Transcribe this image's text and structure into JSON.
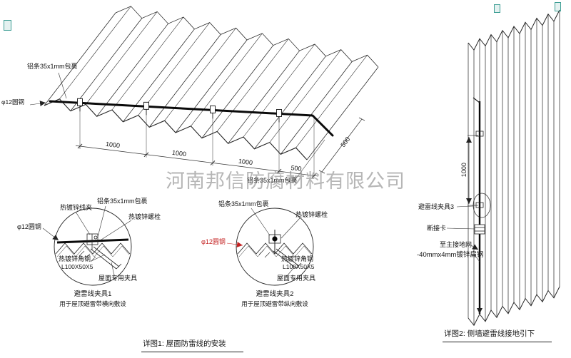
{
  "watermark": "河南邦信防腐材料有限公司",
  "roof": {
    "label_wrap_top": "铝条35x1mm包裹",
    "label_rod": "φ12圆钢",
    "label_wrap_right": "铝条35x1mm包裹",
    "dims": [
      "1000",
      "1000",
      "1000",
      "500"
    ],
    "dim_right": "500"
  },
  "detail1": {
    "label_clamp": "热镀锌线夹",
    "label_wrap": "铝条35x1mm包裹",
    "label_bolt": "热镀锌螺栓",
    "label_rod": "φ12圆钢",
    "label_angle": "热镀锌角钢",
    "label_angle_size": "L100X50X5",
    "label_roof_clamp": "屋面专用夹具",
    "title": "避雷线夹具1",
    "subtitle": "用于屋顶避雷带横向敷设"
  },
  "detail2": {
    "label_wrap": "铝条35x1mm包裹",
    "label_bolt": "热镀锌螺栓",
    "label_rod": "φ12圆钢",
    "label_angle": "热镀锌角钢",
    "label_angle_size": "L100X50X5",
    "label_roof_clamp": "屋面专用夹具",
    "title": "避雷线夹具2",
    "subtitle": "用于屋顶避雷带纵向敷设"
  },
  "wall": {
    "dim": "1000",
    "label_clamp3": "避雷线夹具3",
    "label_disconnect": "断接卡",
    "label_ground": "至主接地网",
    "label_flat_steel": "-40mmx4mm镀锌扁钢"
  },
  "captions": {
    "detail1": "详图1: 屋面防雷线的安装",
    "detail2": "详图2: 侧墙避雷线接地引下"
  }
}
